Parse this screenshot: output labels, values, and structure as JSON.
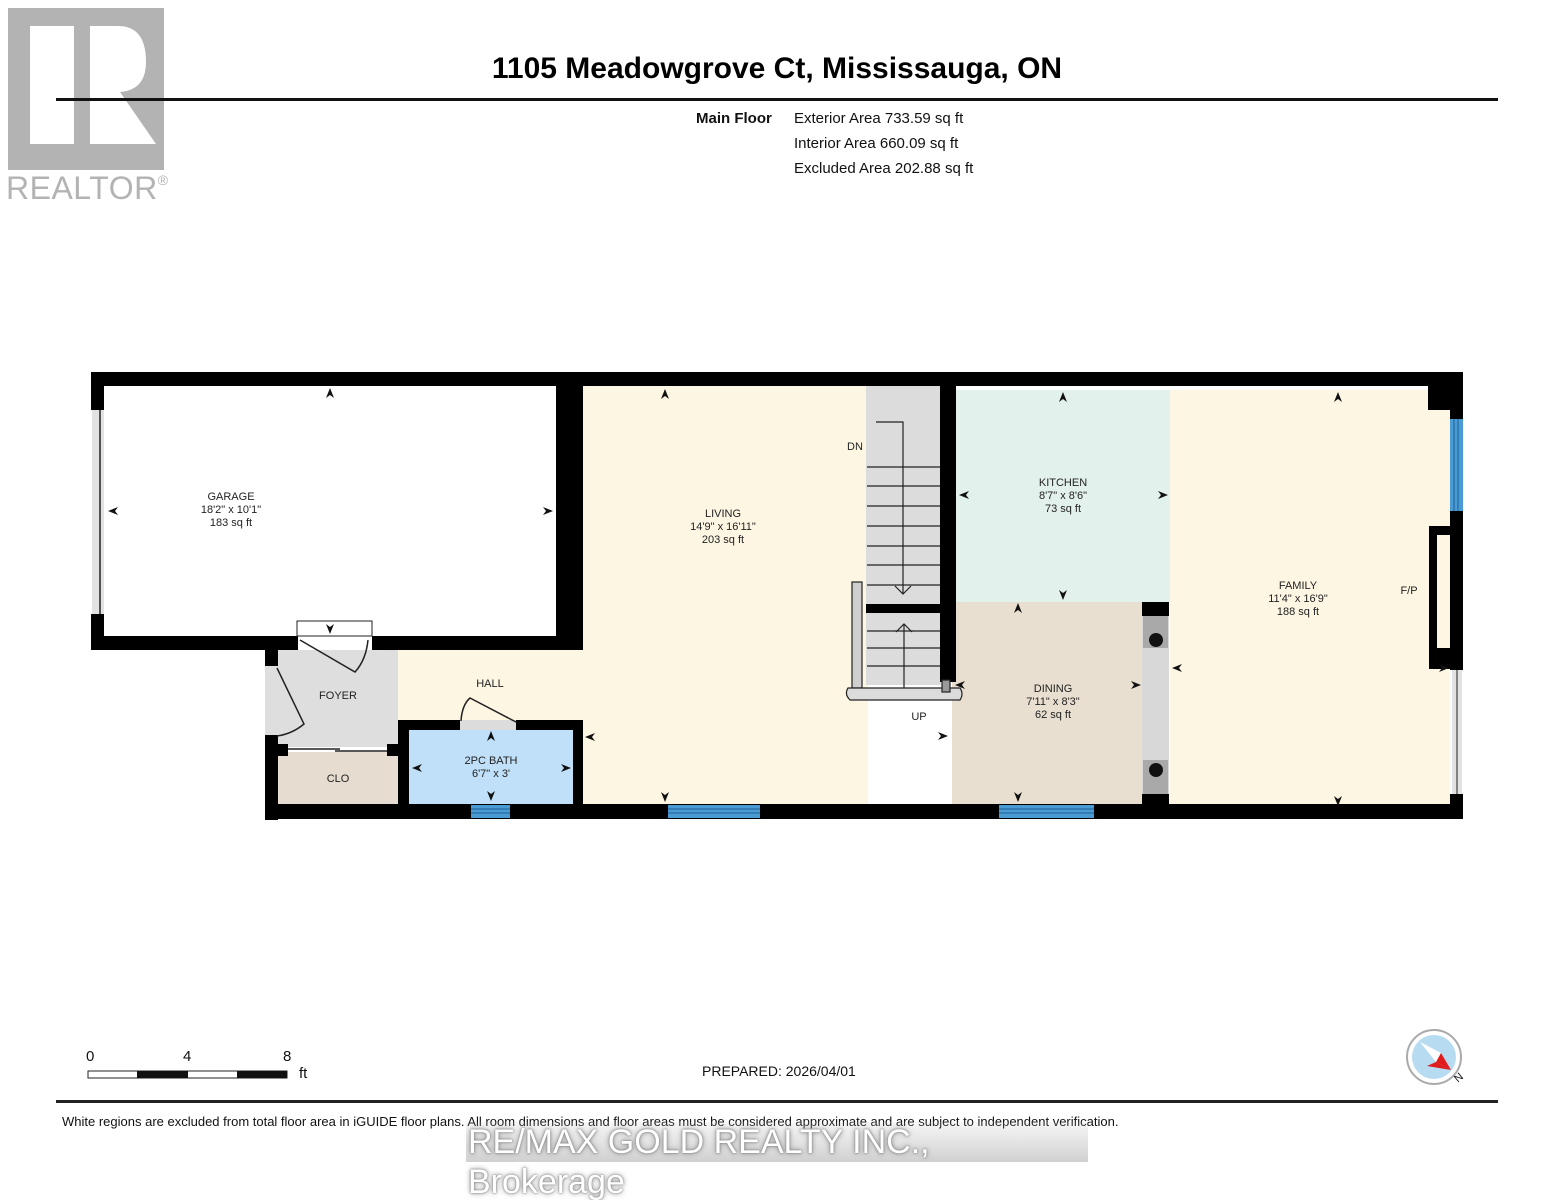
{
  "logo": {
    "mark": "R",
    "word": "REALTOR",
    "registered": "®"
  },
  "header": {
    "title": "1105 Meadowgrove Ct, Mississauga, ON"
  },
  "summary": {
    "floor": "Main Floor",
    "lines": [
      "Exterior Area 733.59 sq ft",
      "Interior Area 660.09 sq ft",
      "Excluded Area 202.88 sq ft"
    ]
  },
  "rooms": {
    "garage": {
      "name": "GARAGE",
      "dims": "18'2\" x 10'1\"",
      "area": "183 sq ft"
    },
    "living": {
      "name": "LIVING",
      "dims": "14'9\" x 16'11\"",
      "area": "203 sq ft"
    },
    "kitchen": {
      "name": "KITCHEN",
      "dims": "8'7\" x 8'6\"",
      "area": "73 sq ft"
    },
    "family": {
      "name": "FAMILY",
      "dims": "11'4\" x 16'9\"",
      "area": "188 sq ft"
    },
    "dining": {
      "name": "DINING",
      "dims": "7'11\" x 8'3\"",
      "area": "62 sq ft"
    },
    "bath": {
      "name": "2PC BATH",
      "dims": "6'7\" x 3'"
    },
    "foyer": {
      "name": "FOYER"
    },
    "hall": {
      "name": "HALL"
    },
    "closet": {
      "name": "CLO"
    }
  },
  "annotations": {
    "stairs_down": "DN",
    "stairs_up": "UP",
    "fireplace": "F/P"
  },
  "colors": {
    "wall": "#000000",
    "living_fill": "#fdf6e3",
    "kitchen_fill": "#e3f1ec",
    "dining_fill": "#e8dfd0",
    "bath_fill": "#bfe0f8",
    "foyer_fill": "#dedede",
    "closet_fill": "#e6ddd0",
    "window": "#4a9ad4"
  },
  "scale": {
    "ticks": [
      "0",
      "4",
      "8"
    ],
    "unit": "ft"
  },
  "prepared": "PREPARED: 2026/04/01",
  "compass": {
    "north_label": "N"
  },
  "footer": {
    "note": "White regions are excluded from total floor area in iGUIDE floor plans. All room dimensions and floor areas must be considered approximate and are subject to independent verification.",
    "watermark": "RE/MAX GOLD REALTY INC., Brokerage"
  }
}
